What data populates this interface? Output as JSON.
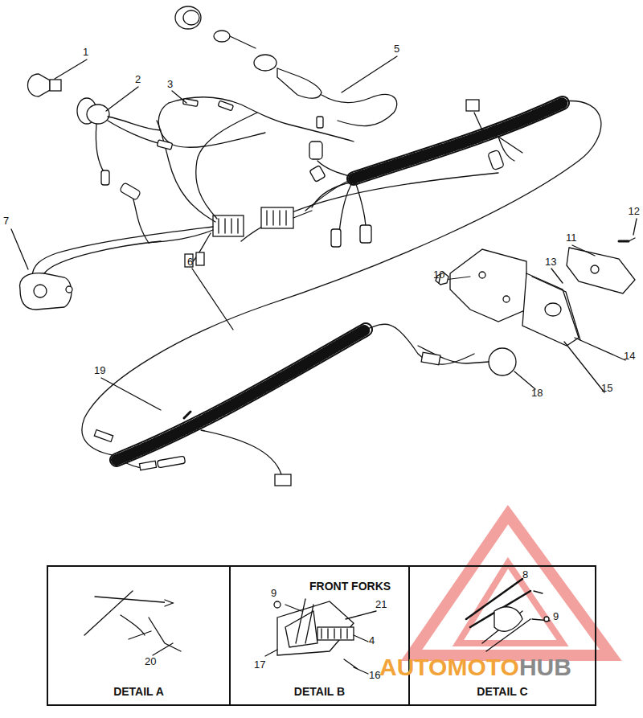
{
  "diagram": {
    "nodes": [
      {
        "text": [
          "DETAIL A"
        ]
      },
      {
        "text": [
          "FRONT FORKS",
          "DETAIL B"
        ]
      },
      {
        "text": [
          "DETAIL C"
        ]
      }
    ],
    "labels": [
      "1",
      "2",
      "3",
      "5",
      "7",
      "6",
      "19",
      "10",
      "11",
      "12",
      "13",
      "14",
      "15",
      "18",
      "20",
      "9",
      "21",
      "17",
      "4",
      "16",
      "8",
      "9",
      "AUTOMOTO",
      "HUB"
    ]
  }
}
